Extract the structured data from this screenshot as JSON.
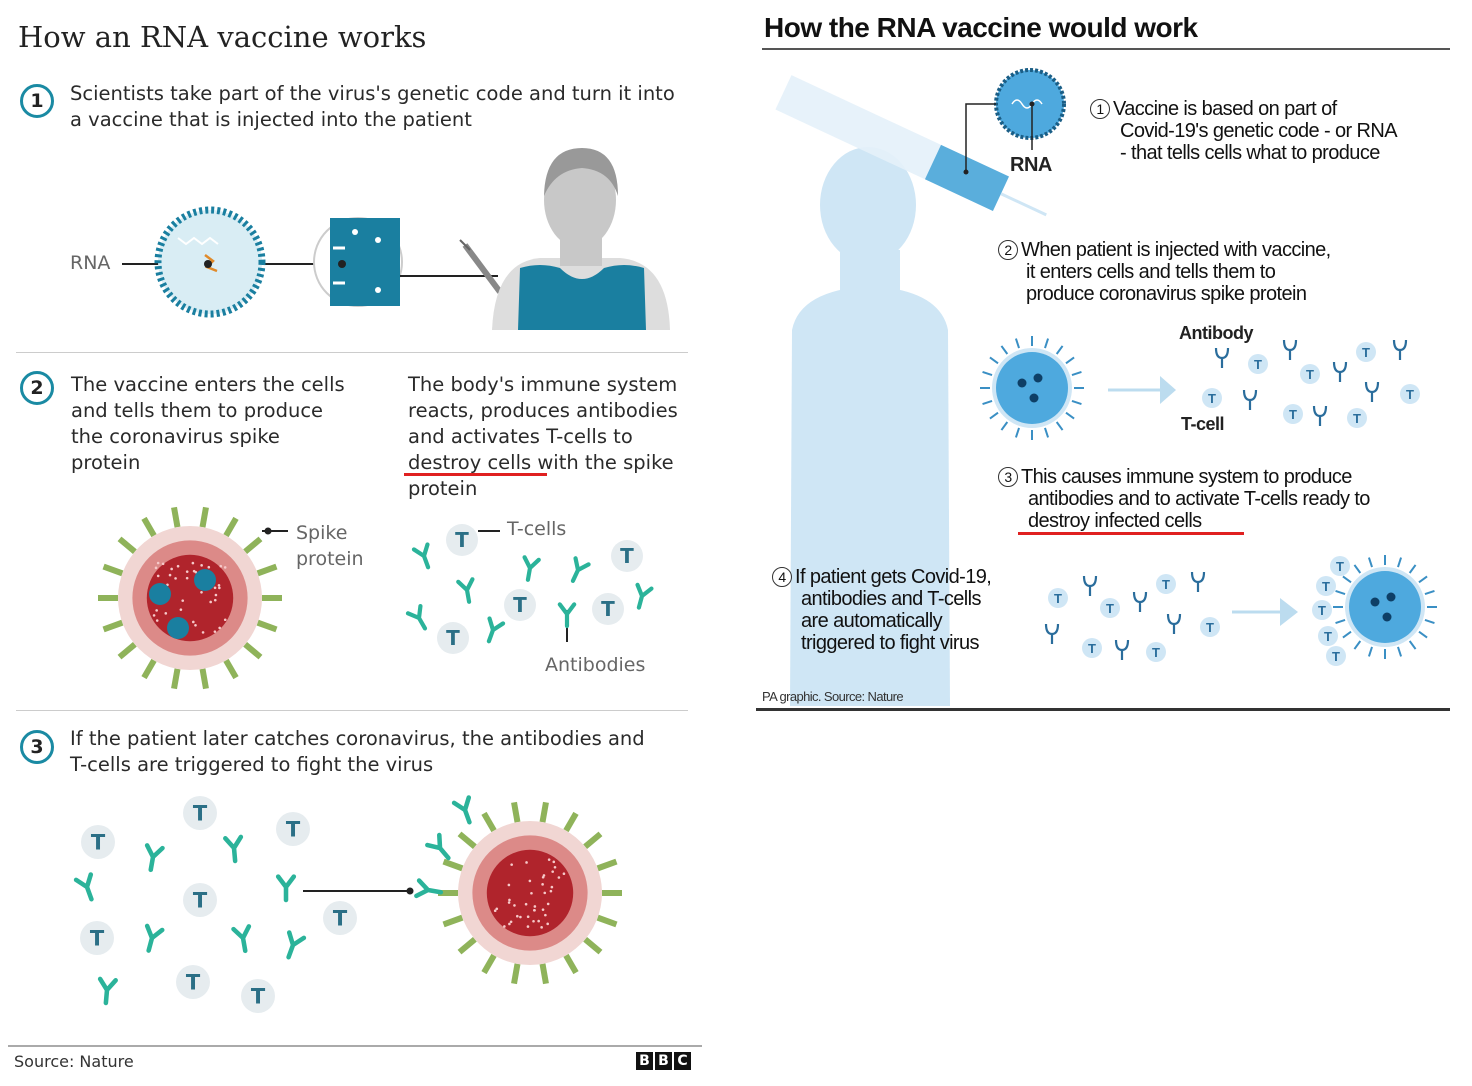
{
  "left": {
    "title": "How an RNA vaccine works",
    "steps": [
      {
        "number": "1",
        "text_lines": [
          "Scientists take part of the virus's genetic code and turn it into",
          "a vaccine that is injected into the patient"
        ]
      },
      {
        "number": "2",
        "text_lines": [
          "The vaccine enters the cells",
          "and tells them to produce",
          "the coronavirus spike",
          "protein"
        ]
      },
      {
        "number": "3",
        "text_lines": [
          "If the patient later catches coronavirus, the antibodies and",
          "T-cells are triggered to fight the virus"
        ]
      }
    ],
    "immune_text_lines": [
      "The body's immune system",
      "reacts, produces antibodies",
      "and activates T-cells to",
      "destroy cells with the spike",
      "protein"
    ],
    "labels": {
      "rna": "RNA",
      "spike_protein_1": "Spike",
      "spike_protein_2": "protein",
      "t_cells": "T-cells",
      "antibodies": "Antibodies"
    },
    "t_cell_letter": "T",
    "source": "Source: Nature",
    "logo": "BBC",
    "colors": {
      "teal": "#1a7fa0",
      "antibody": "#2bb39a",
      "virus": "#b0242c",
      "spike": "#8fb35a"
    }
  },
  "right": {
    "title": "How the RNA vaccine would work",
    "steps": [
      {
        "number": "1",
        "text_lines": [
          "Vaccine is based on part of",
          "Covid-19's genetic code - or RNA",
          "- that tells cells what to produce"
        ]
      },
      {
        "number": "2",
        "text_lines": [
          "When patient is injected with vaccine,",
          "it enters cells and tells them to",
          "produce coronavirus spike protein"
        ]
      },
      {
        "number": "3",
        "text_lines": [
          "This causes immune system to produce",
          "antibodies and to activate T-cells ready to",
          "destroy infected cells"
        ]
      },
      {
        "number": "4",
        "text_lines": [
          "If patient gets Covid-19,",
          "antibodies and T-cells",
          "are automatically",
          "triggered to fight virus"
        ]
      }
    ],
    "labels": {
      "rna": "RNA",
      "antibody": "Antibody",
      "t_cell": "T-cell"
    },
    "t_cell_letter": "T",
    "source": "PA graphic. Source: Nature",
    "colors": {
      "silhouette": "#cfe6f5",
      "cell": "#4ea9de"
    }
  }
}
